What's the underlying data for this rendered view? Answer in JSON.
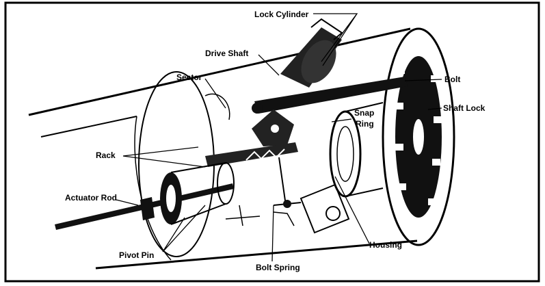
{
  "labels": {
    "lock_cylinder": "Lock Cylinder",
    "drive_shaft": "Drive Shaft",
    "sector": "Sector",
    "bolt": "Bolt",
    "snap_ring_line1": "Snap",
    "snap_ring_line2": "Ring",
    "shaft_lock": "Shaft Lock",
    "rack": "Rack",
    "actuator_rod": "Actuator Rod",
    "pivot_pin": "Pivot Pin",
    "bolt_spring": "Bolt Spring",
    "housing": "Housing"
  },
  "colors": {
    "ink": "#000000",
    "paper": "#ffffff"
  }
}
